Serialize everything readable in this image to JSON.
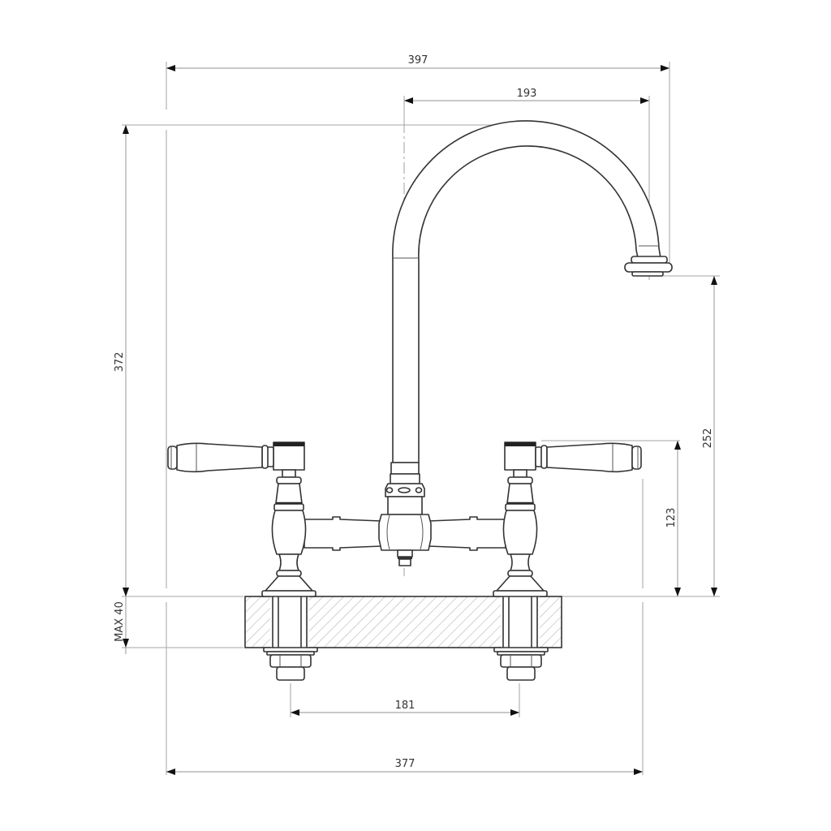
{
  "drawing": {
    "title": "Bridge tap technical dimension drawing",
    "line_color": "#333333",
    "dimension_line_color": "#a8a8a8",
    "background": "#ffffff"
  },
  "dimensions": {
    "overall_reach": {
      "label": "397",
      "orientation": "horizontal"
    },
    "spout_projection": {
      "label": "193",
      "orientation": "horizontal"
    },
    "overall_height": {
      "label": "372",
      "orientation": "vertical"
    },
    "spout_outlet_height": {
      "label": "252",
      "orientation": "vertical"
    },
    "handle_height": {
      "label": "123",
      "orientation": "vertical"
    },
    "max_deck_thickness": {
      "label": "MAX 40",
      "orientation": "vertical"
    },
    "tap_centres": {
      "label": "181",
      "orientation": "horizontal"
    },
    "overall_width": {
      "label": "377",
      "orientation": "horizontal"
    }
  },
  "components": [
    {
      "name": "swan-neck spout"
    },
    {
      "name": "left lever handle"
    },
    {
      "name": "right lever handle"
    },
    {
      "name": "left valve body"
    },
    {
      "name": "right valve body"
    },
    {
      "name": "bridge bar"
    },
    {
      "name": "central hub"
    },
    {
      "name": "hatched deck / worktop section"
    },
    {
      "name": "left fixing nut"
    },
    {
      "name": "right fixing nut"
    }
  ]
}
